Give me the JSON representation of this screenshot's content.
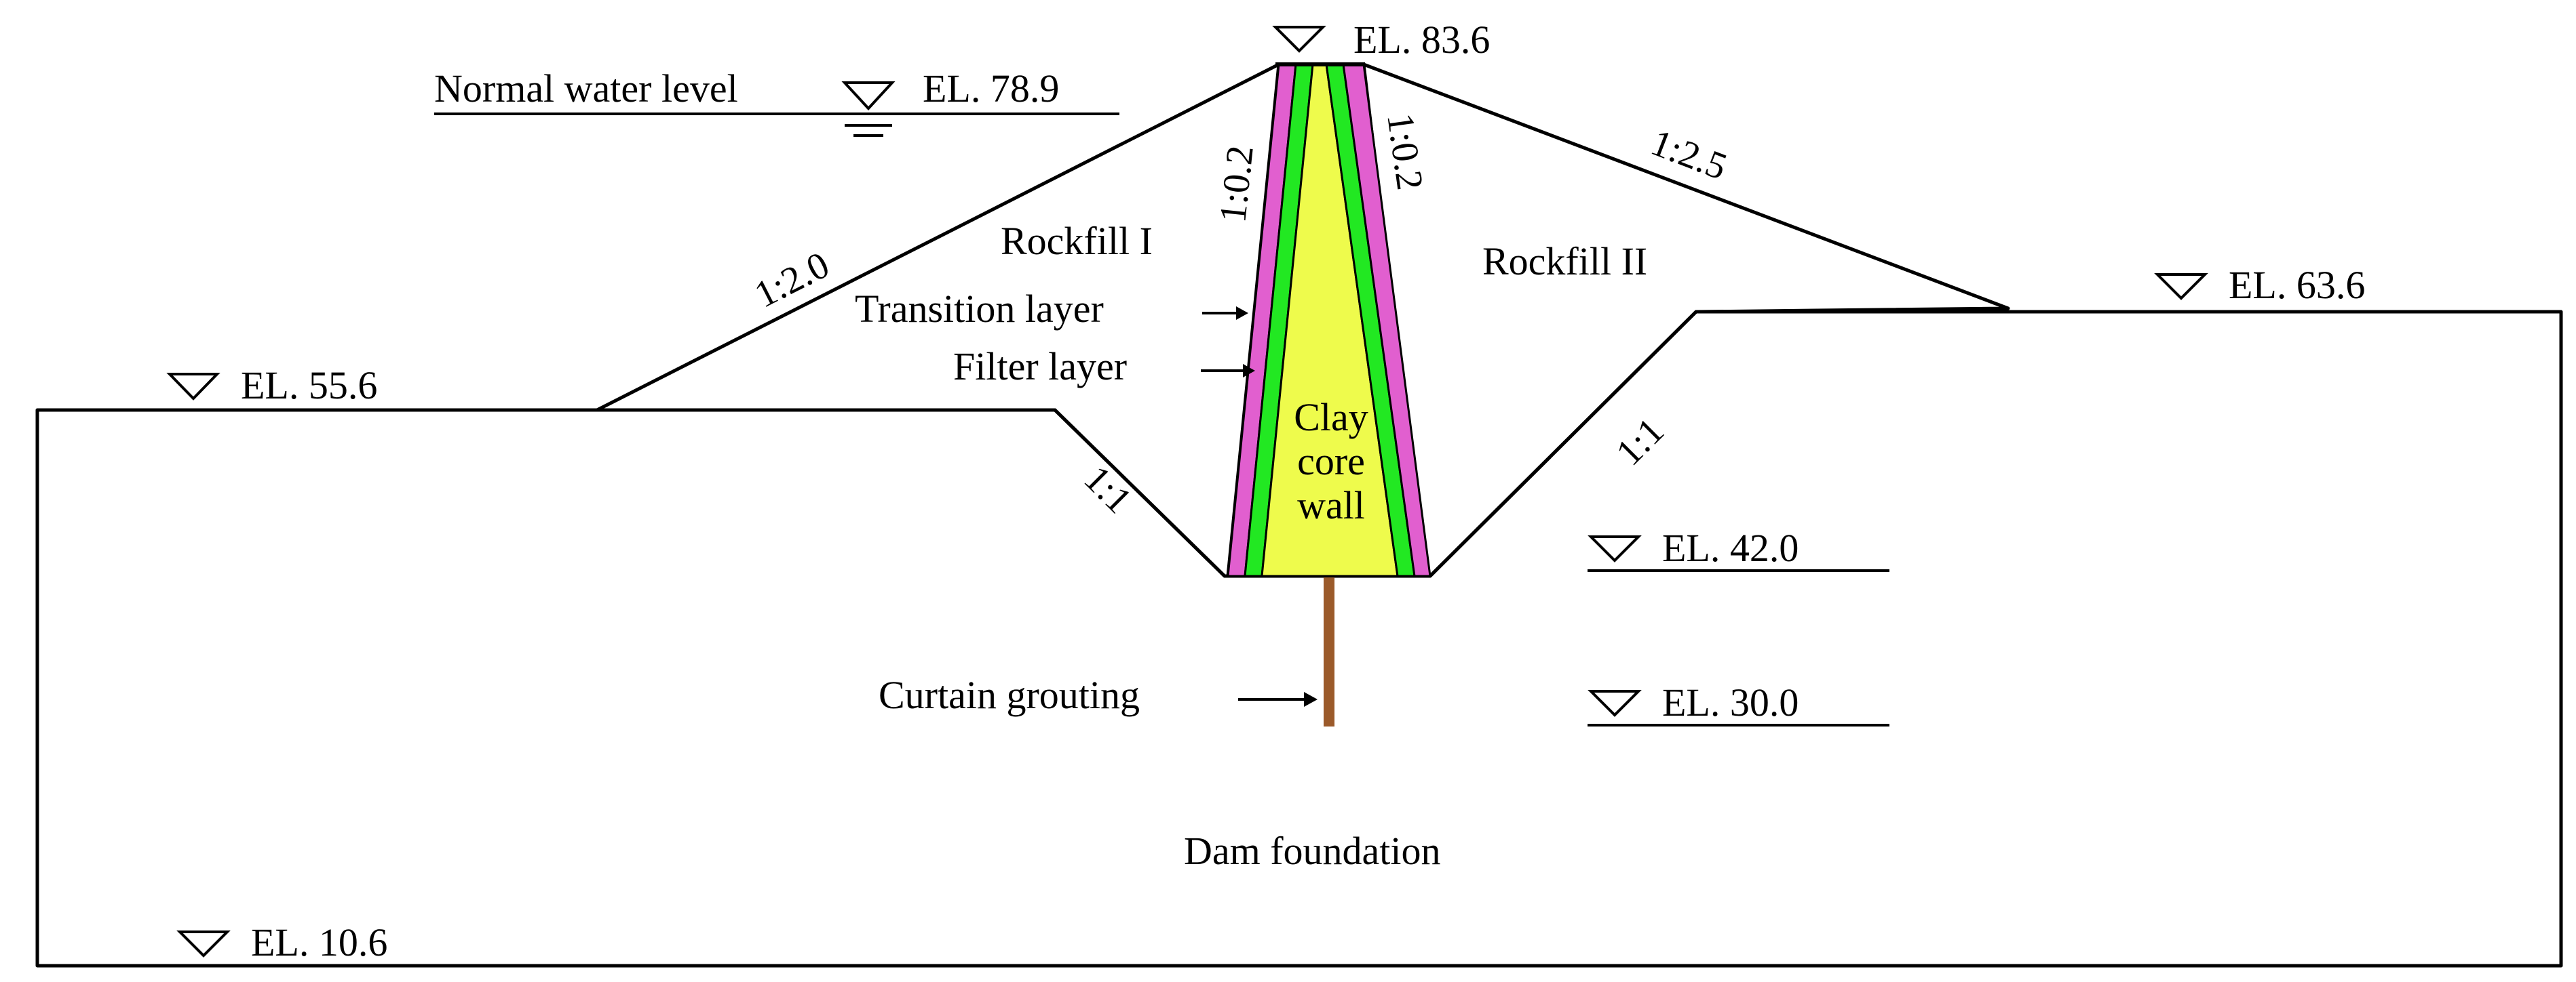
{
  "diagram": {
    "colors": {
      "foundation": "#8c7d73",
      "rockfill_i": "#f4b25a",
      "rockfill_ii": "#b8dc92",
      "transition": "#e15fcf",
      "filter": "#22e822",
      "clay_core": "#eefb4c",
      "grouting": "#9b5a2a"
    },
    "zones": {
      "rockfill_i": "Rockfill I",
      "rockfill_ii": "Rockfill II",
      "clay_core_line1": "Clay",
      "clay_core_line2": "core",
      "clay_core_line3": "wall",
      "foundation": "Dam foundation"
    },
    "callouts": {
      "transition_layer": "Transition layer",
      "filter_layer": "Filter layer",
      "curtain_grouting": "Curtain grouting"
    },
    "water": {
      "label": "Normal water level",
      "elevation": "EL. 78.9"
    },
    "elevations": {
      "crest": "EL. 83.6",
      "downstream_ground": "EL. 63.6",
      "upstream_ground": "EL. 55.6",
      "core_base": "EL. 42.0",
      "grouting_bottom": "EL. 30.0",
      "foundation_bottom": "EL. 10.6"
    },
    "slopes": {
      "upstream_face": "1:2.0",
      "downstream_face": "1:2.5",
      "core_upstream": "1:0.2",
      "core_downstream": "1:0.2",
      "trench_left": "1:1",
      "trench_right": "1:1"
    },
    "icons": {
      "elevation_marker": "triangle-down-icon",
      "water_level_marker": "water-level-icon"
    }
  }
}
